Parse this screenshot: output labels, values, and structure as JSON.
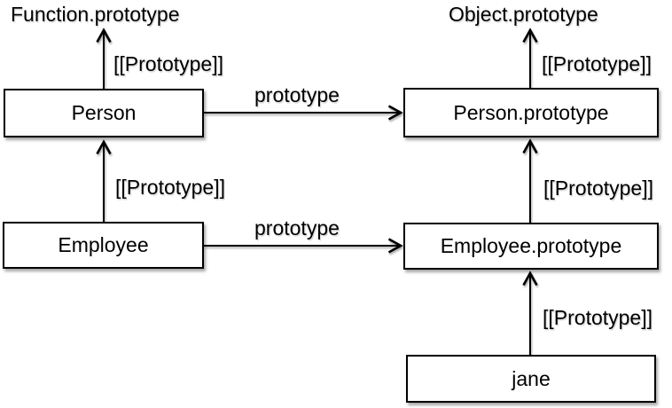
{
  "diagram": {
    "description": "JavaScript prototype chain diagram",
    "colors": {
      "background": "#ffffff",
      "box_fill": "#ffffff",
      "stroke": "#000000",
      "text": "#000000"
    },
    "external_refs": {
      "function_prototype": "Function.prototype",
      "object_prototype": "Object.prototype"
    },
    "nodes": {
      "person": {
        "label": "Person"
      },
      "person_prototype": {
        "label": "Person.prototype"
      },
      "employee": {
        "label": "Employee"
      },
      "employee_prototype": {
        "label": "Employee.prototype"
      },
      "jane": {
        "label": "jane"
      }
    },
    "edges": [
      {
        "from": "Person",
        "to": "Function.prototype",
        "label": "[[Prototype]]",
        "direction": "up"
      },
      {
        "from": "Person",
        "to": "Person.prototype",
        "label": "prototype",
        "direction": "right"
      },
      {
        "from": "Person.prototype",
        "to": "Object.prototype",
        "label": "[[Prototype]]",
        "direction": "up"
      },
      {
        "from": "Employee",
        "to": "Person",
        "label": "[[Prototype]]",
        "direction": "up"
      },
      {
        "from": "Employee",
        "to": "Employee.prototype",
        "label": "prototype",
        "direction": "right"
      },
      {
        "from": "Employee.prototype",
        "to": "Person.prototype",
        "label": "[[Prototype]]",
        "direction": "up"
      },
      {
        "from": "jane",
        "to": "Employee.prototype",
        "label": "[[Prototype]]",
        "direction": "up"
      }
    ]
  }
}
